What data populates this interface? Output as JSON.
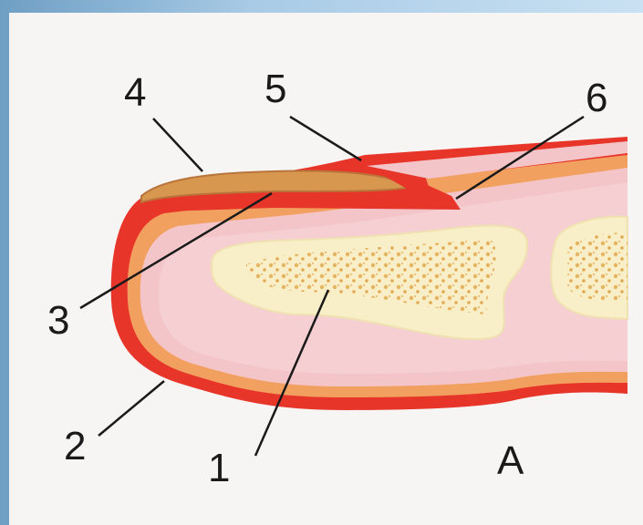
{
  "labels": {
    "l1": "1",
    "l2": "2",
    "l3": "3",
    "l4": "4",
    "l5": "5",
    "l6": "6",
    "panel": "A"
  },
  "colors": {
    "outer_skin": "#e8352a",
    "fat_layer": "#f2a060",
    "tissue": "#f3c5c8",
    "bone": "#f8efc8",
    "marrow": "#e6b35e",
    "nail": "#d7974e"
  }
}
